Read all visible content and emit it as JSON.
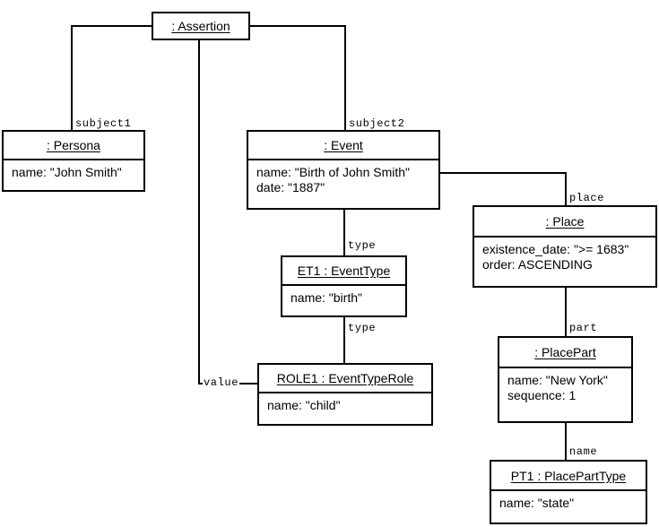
{
  "diagram": {
    "type": "uml-object-diagram",
    "background": "#ffffff",
    "line_color": "#000000",
    "text_color": "#000000"
  },
  "objects": {
    "assertion": {
      "title": ": Assertion",
      "attrs": []
    },
    "persona": {
      "title": ": Persona",
      "attrs": [
        "name: \"John Smith\""
      ]
    },
    "event": {
      "title": ": Event",
      "attrs": [
        "name: \"Birth of John Smith\"",
        "date: \"1887\""
      ]
    },
    "place": {
      "title": ": Place",
      "attrs": [
        "existence_date: \">= 1683\"",
        "order: ASCENDING"
      ]
    },
    "event_type": {
      "title": "ET1 : EventType",
      "attrs": [
        "name: \"birth\""
      ]
    },
    "event_type_role": {
      "title": "ROLE1 : EventTypeRole",
      "attrs": [
        "name: \"child\""
      ]
    },
    "place_part": {
      "title": ": PlacePart",
      "attrs": [
        "name: \"New York\"",
        "sequence: 1"
      ]
    },
    "place_part_type": {
      "title": "PT1 : PlacePartType",
      "attrs": [
        "name: \"state\""
      ]
    }
  },
  "edges": {
    "subject1": "subject1",
    "subject2": "subject2",
    "value": "value",
    "place": "place",
    "type_event_eventtype": "type",
    "type_eventtype_role": "type",
    "part": "part",
    "name": "name"
  }
}
